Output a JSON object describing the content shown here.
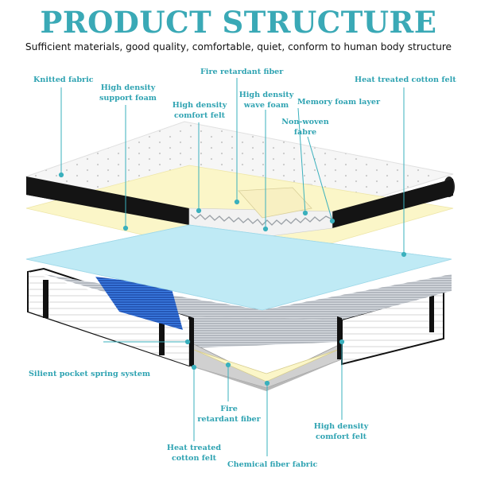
{
  "title": "PRODUCT STRUCTURE",
  "subtitle": "Sufficient materials, good quality, comfortable, quiet, conform to human body structure",
  "labels": {
    "knitted_fabric": "Knitted fabric",
    "fire_retardant_top": "Fire retardant fiber",
    "heat_treated_top": "Heat treated cotton felt",
    "hd_support_foam_1": "High density",
    "hd_support_foam_2": "support foam",
    "hd_wave_foam_1": "High density",
    "hd_wave_foam_2": "wave foam",
    "memory_foam": "Memory foam layer",
    "hd_comfort_top_1": "High density",
    "hd_comfort_top_2": "comfort felt",
    "non_woven_1": "Non-woven",
    "non_woven_2": "fabre",
    "spring_system": "Silient pocket spring system",
    "fire_retardant_bottom_1": "Fire",
    "fire_retardant_bottom_2": "retardant fiber",
    "hd_comfort_bottom_1": "High density",
    "hd_comfort_bottom_2": "comfort felt",
    "heat_treated_bottom_1": "Heat treated",
    "heat_treated_bottom_2": "cotton felt",
    "chemical_fiber": "Chemical fiber fabric"
  },
  "colors": {
    "accent": "#3aa9b6",
    "label": "#2fa3b2",
    "leader": "#3ab0bd",
    "foam_yellow": "#fbf6c8",
    "gel_blue": "#bfeaf5",
    "spring_blue": "#2f6fd8",
    "border_black": "#111111"
  }
}
